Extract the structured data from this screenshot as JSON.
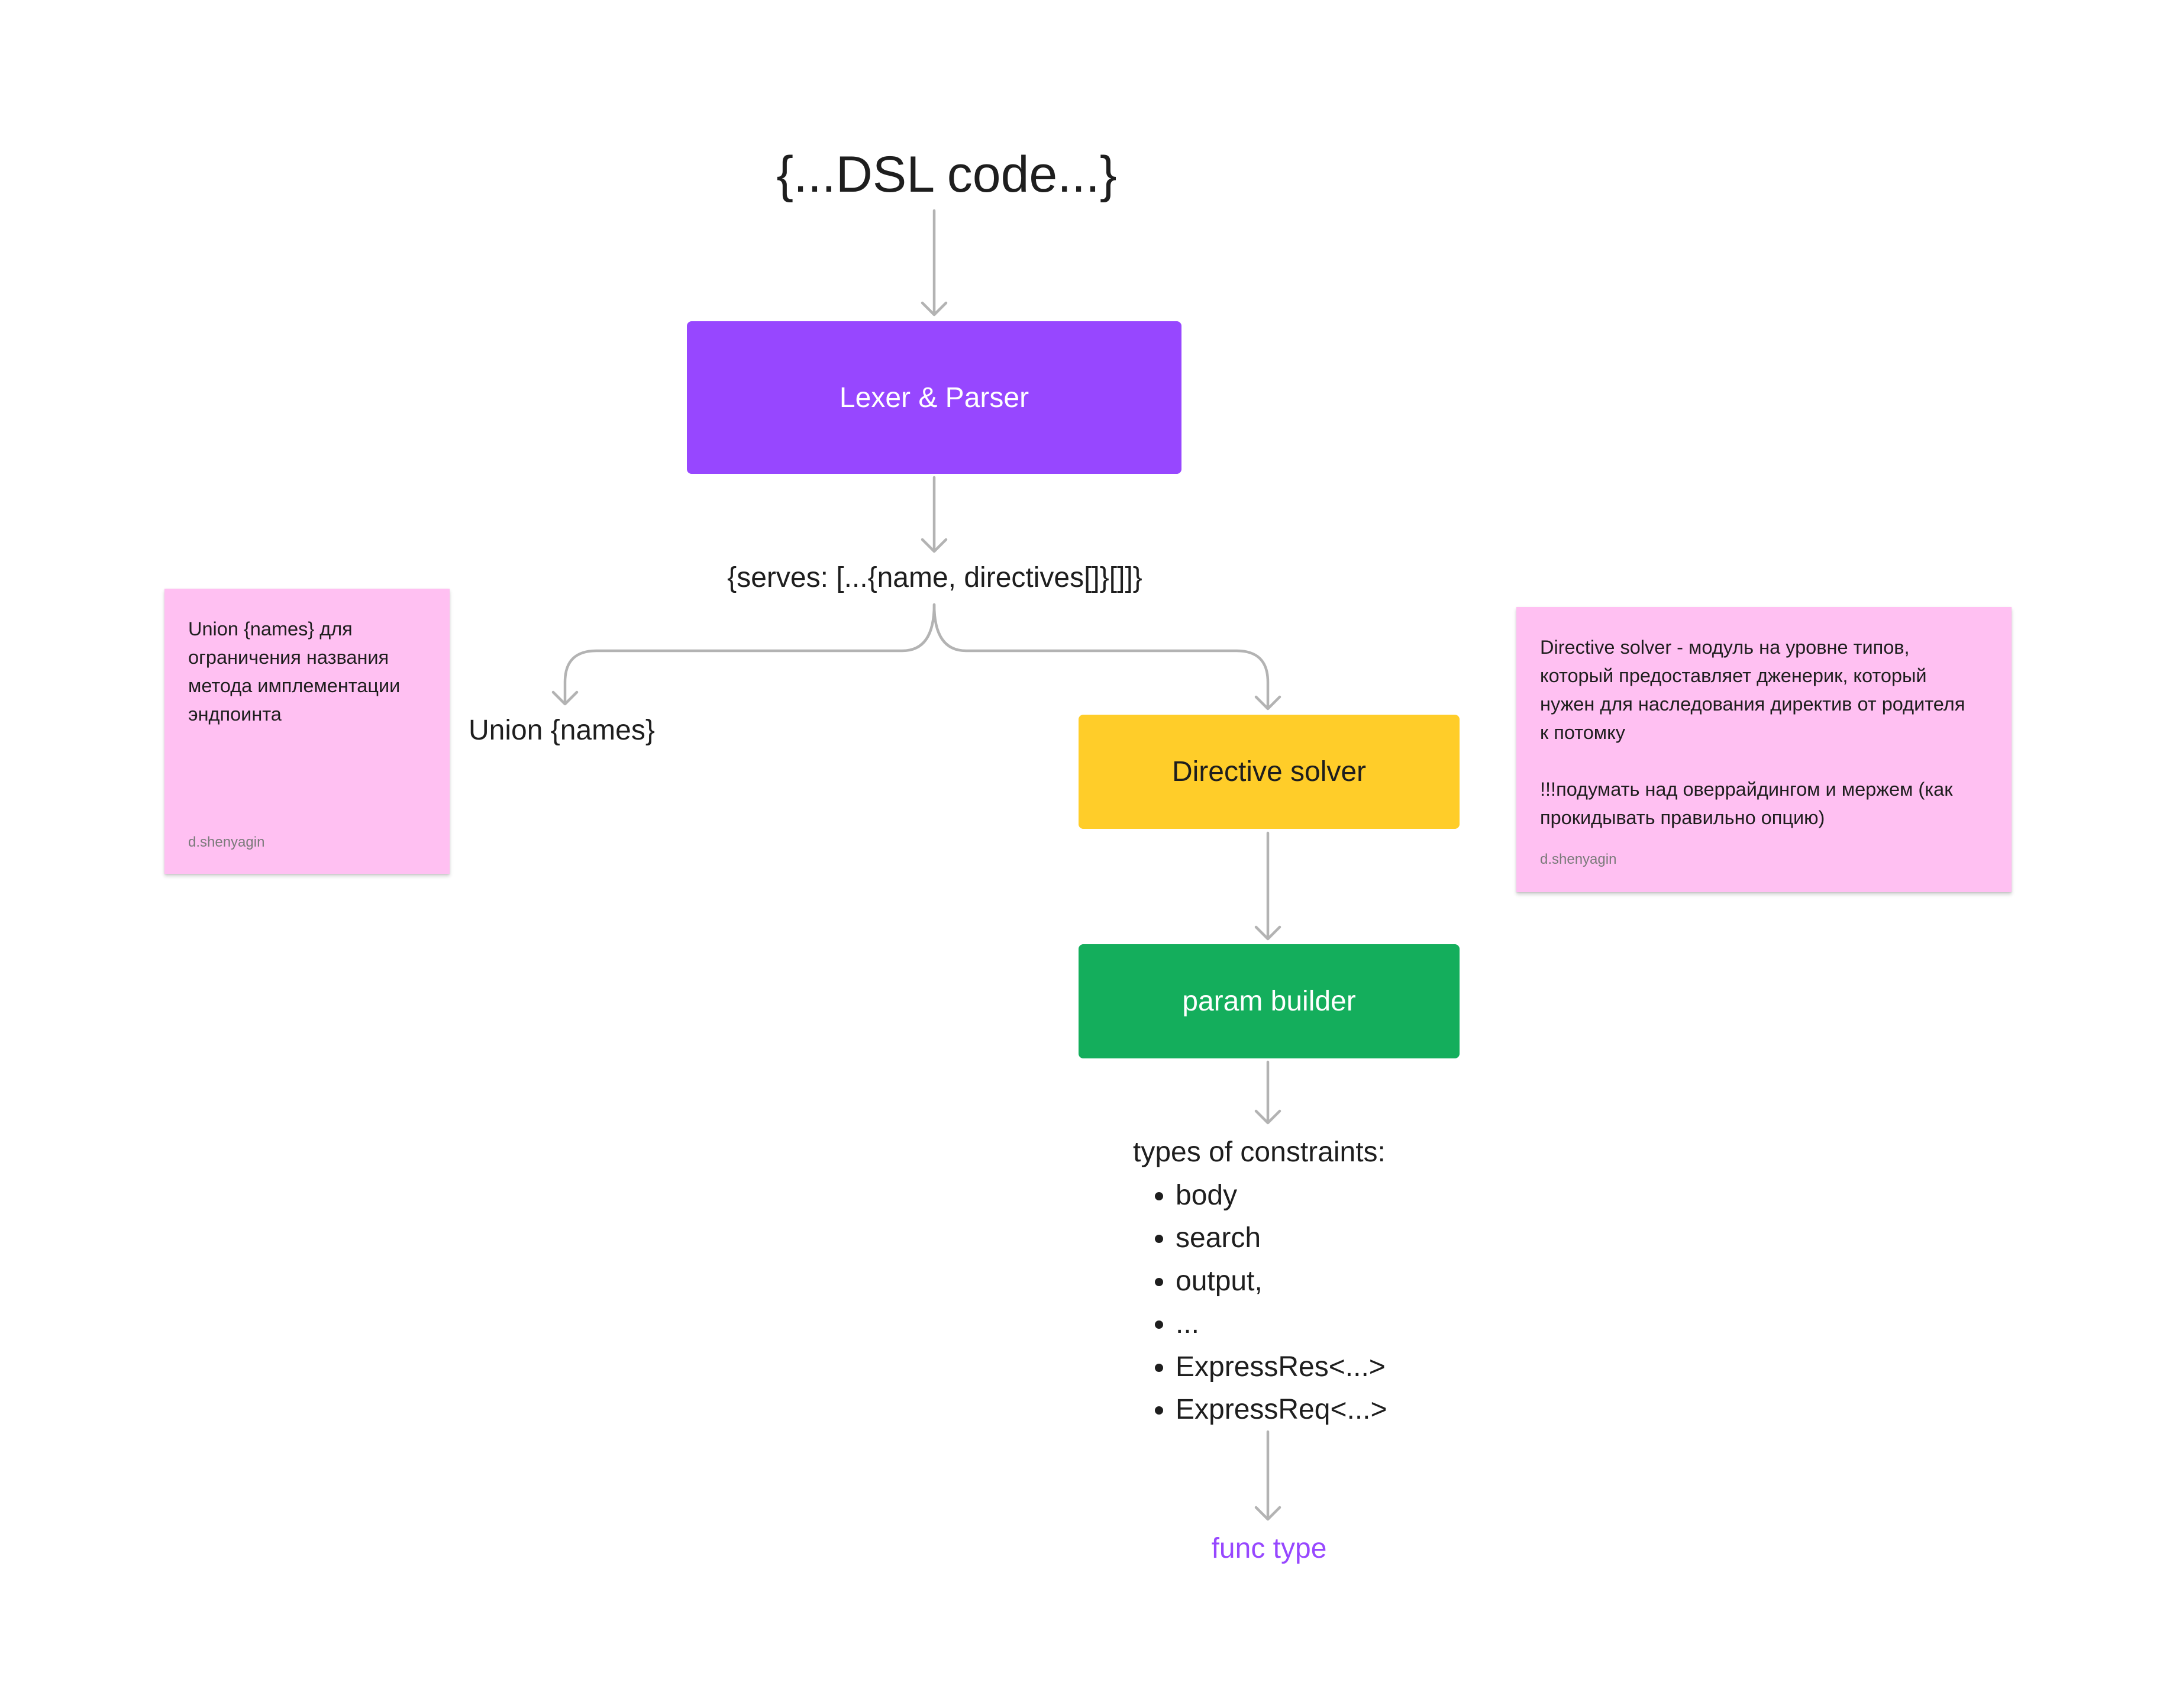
{
  "diagram": {
    "title": "{...DSL code...}",
    "nodes": {
      "lexer_parser": "Lexer & Parser",
      "directive_solver": "Directive solver",
      "param_builder": "param builder"
    },
    "labels": {
      "serves": "{serves: [...{name, directives[]}[]]}",
      "union_names": "Union {names}",
      "func_type": "func type"
    },
    "constraints": {
      "heading": "types of constraints:",
      "items": [
        "body",
        "search",
        "output,",
        "...",
        "ExpressRes<...>",
        "ExpressReq<...>"
      ]
    },
    "colors": {
      "lexer_parser": "#9747ff",
      "directive_solver": "#ffcd29",
      "param_builder": "#14ae5c",
      "func_type": "#9747ff",
      "sticky_note": "#ffc0f2",
      "connector": "#b3b3b3"
    }
  },
  "stickies": {
    "left": {
      "text": "Union {names} для\nограничения названия\nметода имплементации\nэндпоинта",
      "author": "d.shenyagin"
    },
    "right": {
      "text": "Directive solver - модуль на уровне типов,\nкоторый предоставляет дженерик, который\nнужен для наследования директив от родителя\nк потомку\n\n!!!подумать над оверрайдингом и мержем (как\nпрокидывать правильно опцию)",
      "author": "d.shenyagin"
    }
  }
}
